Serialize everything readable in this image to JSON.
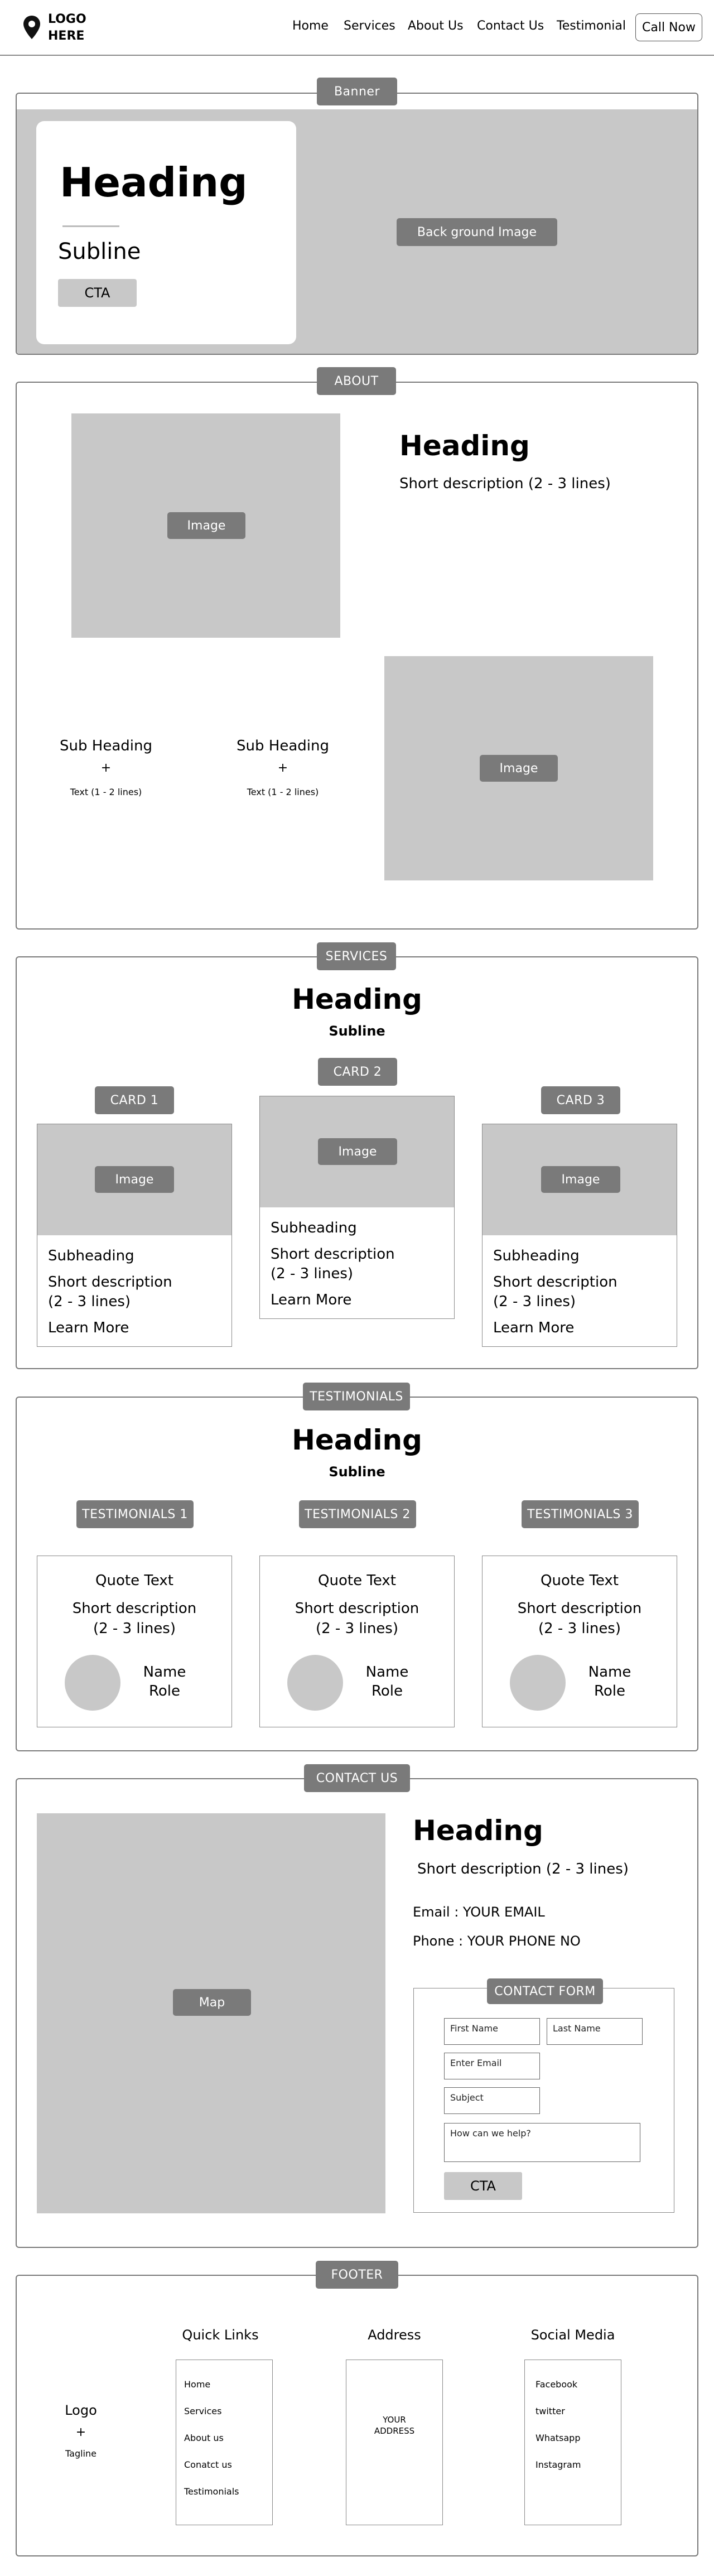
{
  "header": {
    "logo_line1": "LOGO",
    "logo_line2": "HERE",
    "nav": [
      "Home",
      "Services",
      "About Us",
      "Contact Us",
      "Testimonial"
    ],
    "call_now": "Call Now"
  },
  "banner": {
    "section_label": "Banner",
    "heading": "Heading",
    "subline": "Subline",
    "cta": "CTA",
    "bg_label": "Back ground Image"
  },
  "about": {
    "section_label": "ABOUT",
    "image_label": "Image",
    "heading": "Heading",
    "description": "Short description (2 - 3 lines)",
    "sub1": {
      "heading": "Sub Heading",
      "plus": "+",
      "text": "Text (1 - 2 lines)"
    },
    "sub2": {
      "heading": "Sub Heading",
      "plus": "+",
      "text": "Text (1 - 2 lines)"
    },
    "image2_label": "Image"
  },
  "services": {
    "section_label": "SERVICES",
    "heading": "Heading",
    "subline": "Subline",
    "cards": [
      {
        "tag": "CARD 1",
        "image": "Image",
        "subheading": "Subheading",
        "desc1": "Short description",
        "desc2": "(2 - 3 lines)",
        "link": "Learn More"
      },
      {
        "tag": "CARD 2",
        "image": "Image",
        "subheading": "Subheading",
        "desc1": "Short description",
        "desc2": "(2 - 3 lines)",
        "link": "Learn More"
      },
      {
        "tag": "CARD 3",
        "image": "Image",
        "subheading": "Subheading",
        "desc1": "Short description",
        "desc2": "(2 - 3 lines)",
        "link": "Learn More"
      }
    ]
  },
  "testimonials": {
    "section_label": "TESTIMONIALS",
    "heading": "Heading",
    "subline": "Subline",
    "cards": [
      {
        "tag": "TESTIMONIALS 1",
        "quote": "Quote Text",
        "desc1": "Short description",
        "desc2": "(2 - 3 lines)",
        "name": "Name",
        "role": "Role"
      },
      {
        "tag": "TESTIMONIALS 2",
        "quote": "Quote Text",
        "desc1": "Short description",
        "desc2": "(2 - 3 lines)",
        "name": "Name",
        "role": "Role"
      },
      {
        "tag": "TESTIMONIALS 3",
        "quote": "Quote Text",
        "desc1": "Short description",
        "desc2": "(2 - 3 lines)",
        "name": "Name",
        "role": "Role"
      }
    ]
  },
  "contact": {
    "section_label": "CONTACT US",
    "map_label": "Map",
    "heading": "Heading",
    "description": "Short description (2 - 3 lines)",
    "email": "Email : YOUR EMAIL",
    "phone": "Phone : YOUR PHONE NO",
    "form": {
      "label": "CONTACT FORM",
      "first_name": "First Name",
      "last_name": "Last Name",
      "email": "Enter Email",
      "subject": "Subject",
      "message": "How can we help?",
      "cta": "CTA"
    }
  },
  "footer": {
    "section_label": "FOOTER",
    "logo": "Logo",
    "plus": "+",
    "tagline": "Tagline",
    "quick_links_title": "Quick Links",
    "quick_links": [
      "Home",
      "Services",
      "About us",
      "Conatct us",
      "Testimonials"
    ],
    "address_title": "Address",
    "address_line1": "YOUR",
    "address_line2": "ADDRESS",
    "social_title": "Social Media",
    "social": [
      "Facebook",
      "twitter",
      "Whatsapp",
      "Instagram"
    ]
  }
}
